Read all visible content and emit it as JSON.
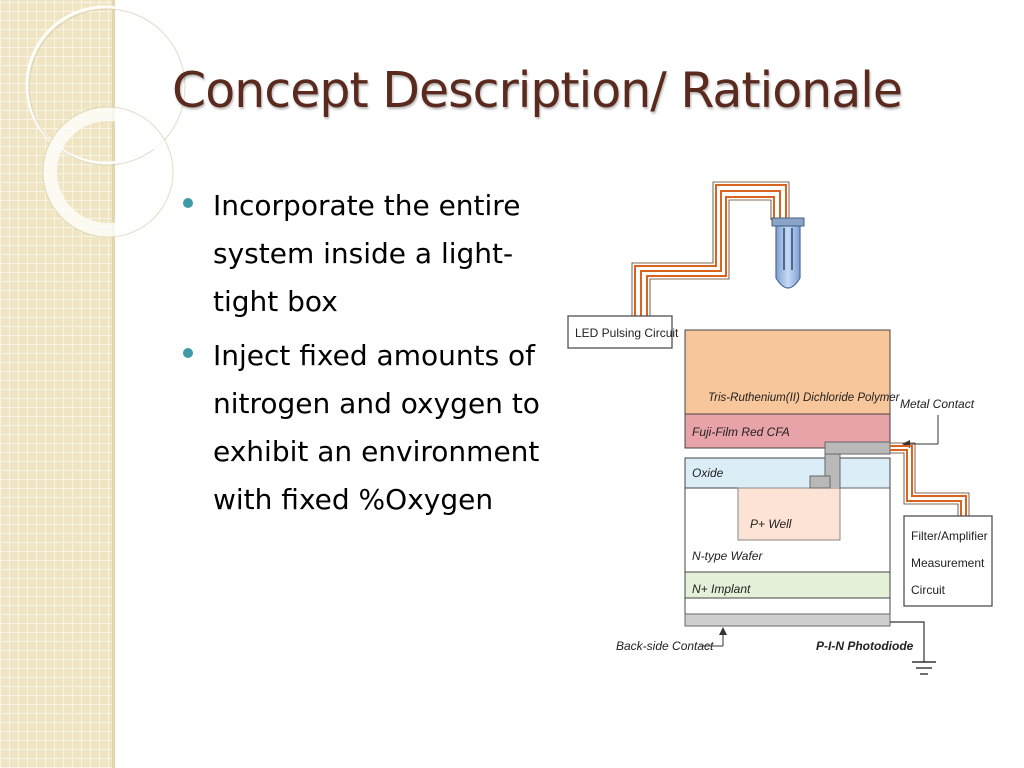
{
  "slide": {
    "title": "Concept Description/ Rationale",
    "bullets": [
      {
        "text": "Incorporate the entire system inside a light-tight box"
      },
      {
        "text": "Inject fixed amounts of nitrogen and oxygen to exhibit an environment with fixed %Oxygen"
      }
    ]
  },
  "diagram": {
    "led_circuit": "LED Pulsing Circuit",
    "layers": {
      "polymer": "Tris-Ruthenium(II) Dichloride Polymer",
      "cfa": "Fuji-Film Red CFA",
      "oxide": "Oxide",
      "p_well": "P+ Well",
      "n_wafer": "N-type Wafer",
      "n_implant": "N+ Implant"
    },
    "metal_contact": "Metal Contact",
    "filter_lines": [
      "Filter/Amplifier",
      "Measurement",
      "Circuit"
    ],
    "backside_contact": "Back-side Contact",
    "photodiode": "P-I-N Photodiode"
  },
  "colors": {
    "title": "#5a2a1e",
    "bullet": "#3f9aa8",
    "band": "#efe5c3",
    "polymer_layer": "#f7c69a",
    "cfa_layer": "#e8a3a8",
    "oxide_layer": "#dbeef7",
    "p_well": "#fde3d6",
    "n_implant": "#e4f0d8",
    "wire_copper": "#d9641f",
    "led_blue": "#a9c3e8"
  },
  "icons": [
    "ground-icon",
    "led-icon",
    "arrow-icon"
  ]
}
